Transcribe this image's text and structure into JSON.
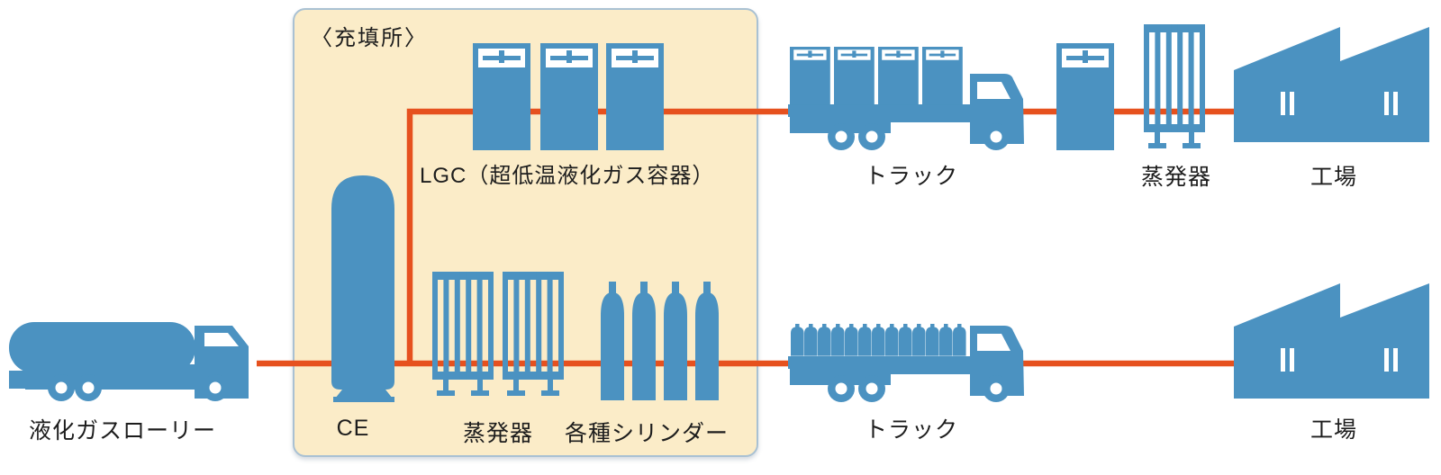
{
  "colors": {
    "blue": "#4B92C1",
    "orange": "#E6511E",
    "station_bg": "#FBECC8",
    "station_border": "#A9C1D3",
    "label": "#1D1D1D",
    "white": "#FFFFFF"
  },
  "station": {
    "title": "〈充填所〉"
  },
  "labels": {
    "tanker": "液化ガスローリー",
    "ce": "CE",
    "evaporator_station": "蒸発器",
    "cylinders": "各種シリンダー",
    "lgc": "LGC（超低温液化ガス容器）",
    "truck_top": "トラック",
    "evaporator_right": "蒸発器",
    "factory_top": "工場",
    "truck_bottom": "トラック",
    "factory_bottom": "工場"
  }
}
